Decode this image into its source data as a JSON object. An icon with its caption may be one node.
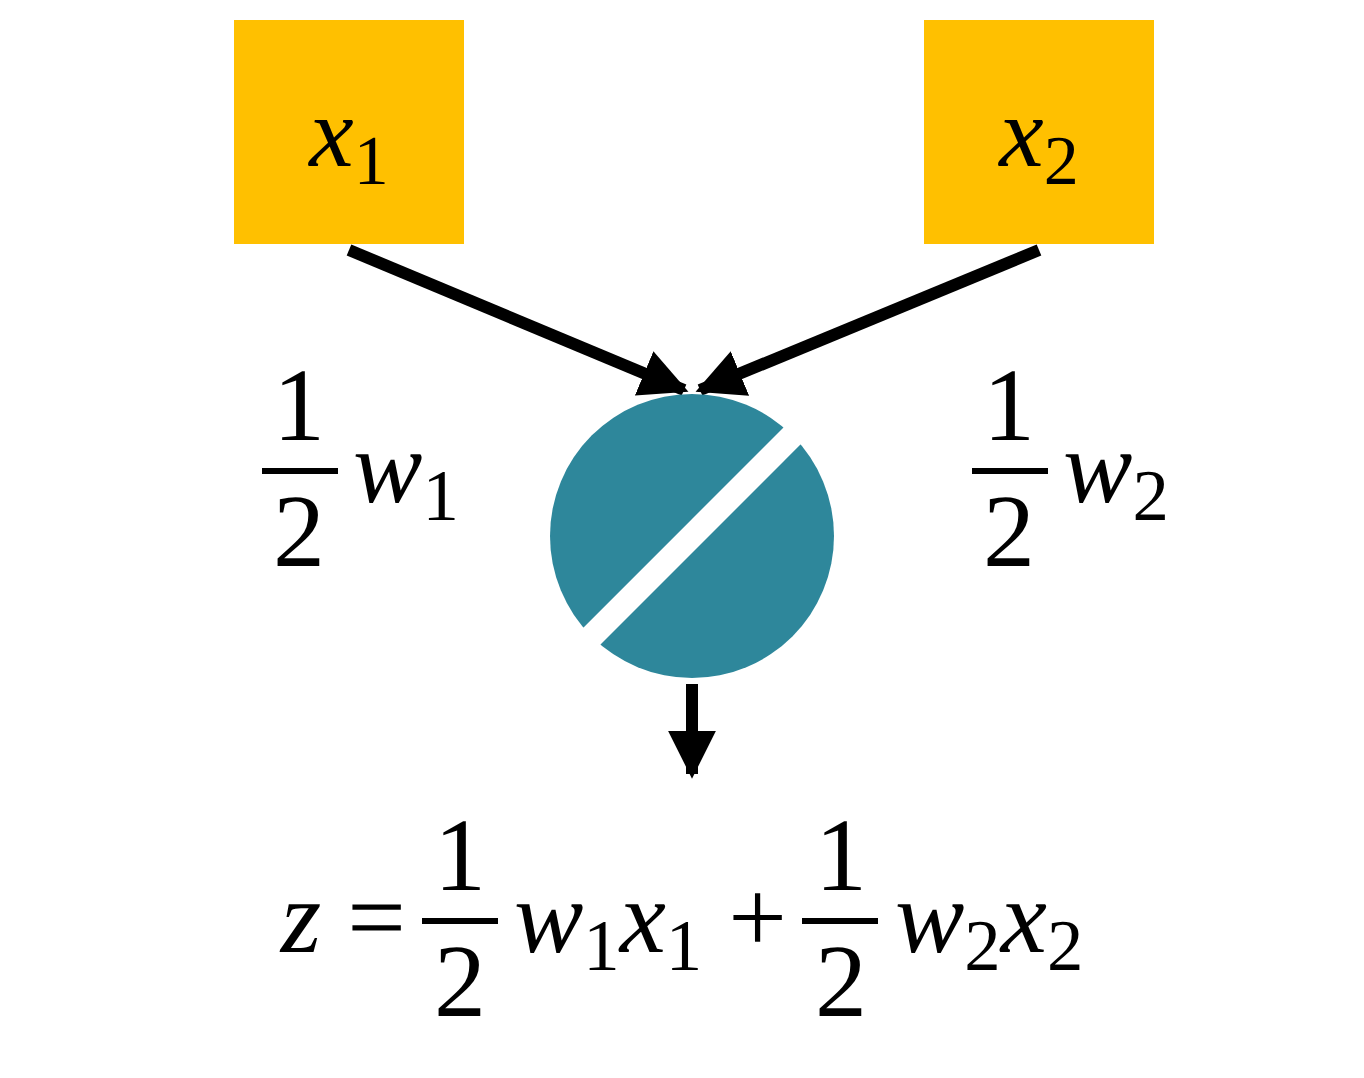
{
  "diagram": {
    "nodes": [
      {
        "text": [
          "*x*$_{1}$"
        ]
      },
      {
        "text": [
          "*x*$_{2}$"
        ]
      },
      {
        "text": [],
        "shape": "circle"
      },
      {
        "text": [
          "*z* =",
          "1",
          "2",
          "*w*$_{1}$*x*$_{1}$ +",
          "1",
          "2",
          "*w*$_{2}$*x*$_{2}$"
        ]
      }
    ],
    "edges": [
      {
        "from": 0,
        "to": 2,
        "arrow": "to"
      },
      {
        "from": 1,
        "to": 2,
        "arrow": "to"
      },
      {
        "from": 2,
        "to": 3,
        "arrow": "to"
      }
    ],
    "labels": [
      "1",
      "2",
      "*w*$_{1}$",
      "1",
      "2",
      "*w*$_{2}$"
    ]
  }
}
